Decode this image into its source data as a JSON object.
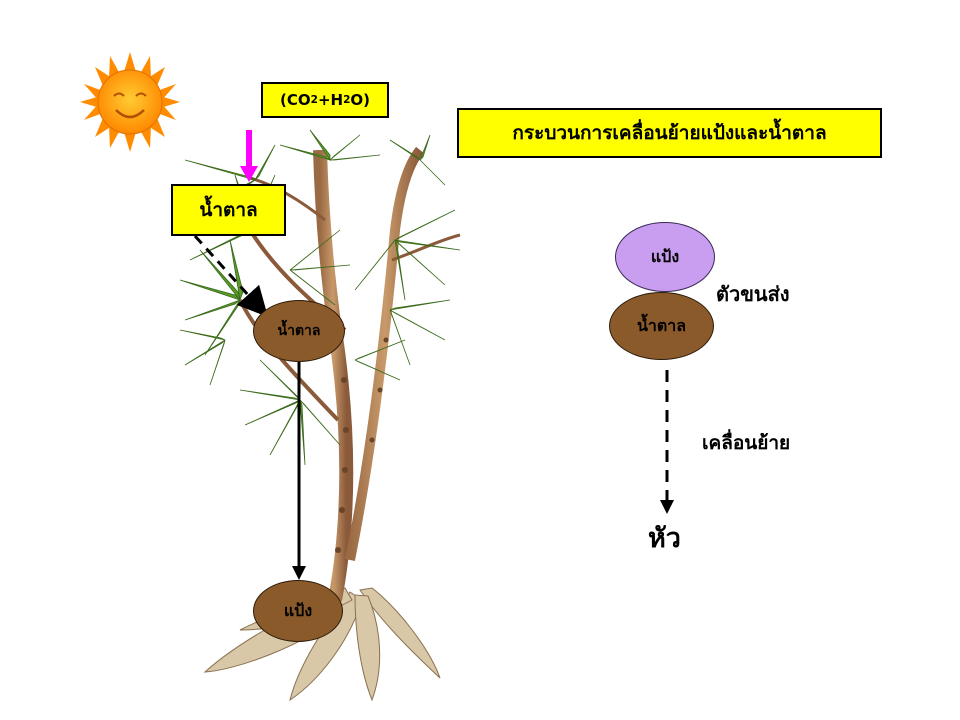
{
  "formula": {
    "open": "(CO",
    "two_a": "2",
    "plus_h": "+H",
    "two_b": "2",
    "close": "O)"
  },
  "title": "กระบวนการเคลื่อนย้ายแป้งและน้ำตาล",
  "plant": {
    "sugar_box": "น้ำตาล",
    "sugar_node": "น้ำตาล",
    "starch_node": "แป้ง"
  },
  "transport": {
    "starch": "แป้ง",
    "sugar": "น้ำตาล",
    "carrier_label": "ตัวขนส่ง",
    "move_label": "เคลื่อนย้าย",
    "destination": "หัว"
  },
  "colors": {
    "box_fill": "#ffff00",
    "node_brown": "#8b5a2b",
    "node_lilac": "#c99ef0",
    "arrow_pink": "#ff00ff",
    "sun": "#ff9a00"
  }
}
